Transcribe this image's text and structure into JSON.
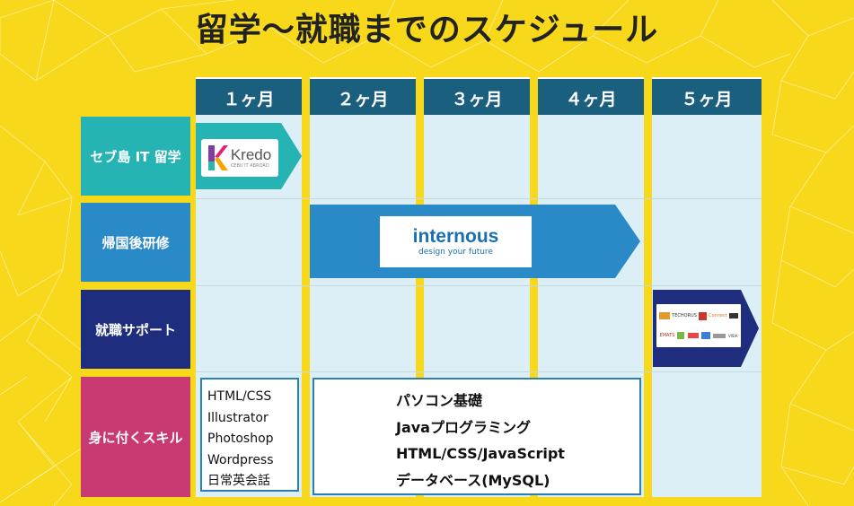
{
  "title": "留学〜就職までのスケジュール",
  "months": [
    "１ヶ月",
    "２ヶ月",
    "３ヶ月",
    "４ヶ月",
    "５ヶ月"
  ],
  "rows": [
    {
      "label": "セブ島 IT 留学",
      "color": "#25b3b3"
    },
    {
      "label": "帰国後研修",
      "color": "#2a8ac8"
    },
    {
      "label": "就職サポート",
      "color": "#1e2d7d"
    },
    {
      "label": "身に付くスキル",
      "color": "#c93a73"
    }
  ],
  "kredo": {
    "name": "Kredo",
    "tagline": "CEBU IT ABROAD",
    "color": "#25b3b3"
  },
  "internous": {
    "name": "internous",
    "tagline": "design your future",
    "color": "#2a8ac8"
  },
  "support": {
    "color": "#1e2d7d",
    "logos": [
      "TECHORUS",
      "EMATS",
      "Connect",
      "VISIA"
    ]
  },
  "skills_short": [
    "HTML/CSS",
    "Illustrator",
    "Photoshop",
    "Wordpress",
    "日常英会話"
  ],
  "skills_long": [
    "パソコン基礎",
    "Javaプログラミング",
    "HTML/CSS/JavaScript",
    "データベース(MySQL)"
  ]
}
